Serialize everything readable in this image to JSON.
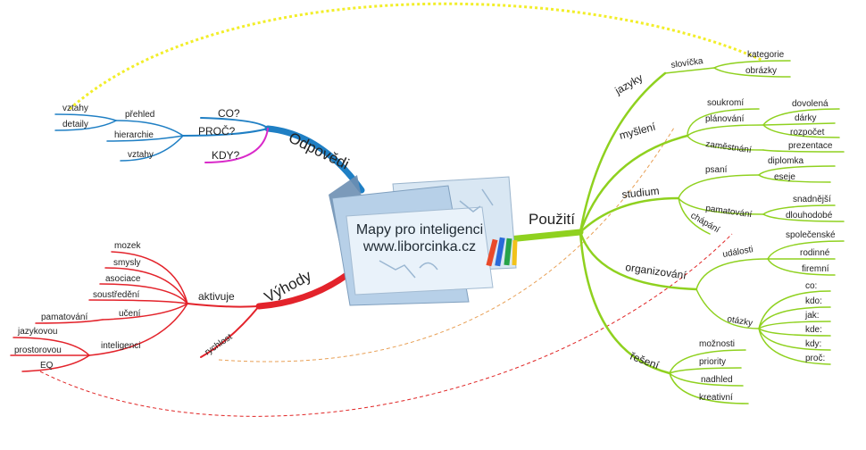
{
  "center": {
    "line1": "Mapy pro inteligenci",
    "line2": "www.liborcinka.cz"
  },
  "odpovedi": {
    "label": "Odpovědi",
    "co": "CO?",
    "proc": "PROČ?",
    "kdy": "KDY?",
    "prehled": "přehled",
    "hierarchie": "hierarchie",
    "vztahy": "vztahy",
    "vztahy_top": "vztahy",
    "detaily": "detaily"
  },
  "vyhody": {
    "label": "Výhody",
    "aktivuje": "aktivuje",
    "mozek": "mozek",
    "smysly": "smysly",
    "asociace": "asociace",
    "soustredeni": "soustředění",
    "uceni": "učení",
    "pamatovani": "pamatování",
    "inteligenci": "inteligenci",
    "jazykovou": "jazykovou",
    "prostorovou": "prostorovou",
    "eq": "EQ",
    "rychlost": "rychlost"
  },
  "pouziti": {
    "label": "Použití",
    "jazyky": "jazyky",
    "slovicka": "slovíčka",
    "kategorie": "kategorie",
    "obrazky": "obrázky",
    "mysleni": "myšlení",
    "soukromi": "soukromí",
    "planovani": "plánování",
    "dovolena": "dovolená",
    "darky": "dárky",
    "rozpocet": "rozpočet",
    "zamestnani": "zaměstnání",
    "prezentace": "prezentace",
    "studium": "studium",
    "psani": "psaní",
    "diplomka": "diplomka",
    "eseje": "eseje",
    "pamatovani": "pamatování",
    "snadnejsi": "snadnější",
    "dlouhodobe": "dlouhodobé",
    "chapani": "chápání",
    "organizovani": "organizování",
    "udalosti": "události",
    "spolecenske": "společenské",
    "rodinne": "rodinné",
    "firemni": "firemní",
    "otazky": "otázky",
    "co": "co:",
    "kdo": "kdo:",
    "jak": "jak:",
    "kde": "kde:",
    "kdy": "kdy:",
    "proc": "proč:",
    "reseni": "řešení",
    "moznosti": "možnosti",
    "priority": "priority",
    "nadhled": "nadhled",
    "kreativni": "kreativní"
  },
  "colors": {
    "green": "#8fd11f",
    "blue": "#1f7fc4",
    "red": "#e3232b",
    "magenta": "#d929c9",
    "yellow": "#f2ee2a",
    "orange": "#e8a056"
  },
  "icons": [
    "map-sheets-icon",
    "markers-icon"
  ]
}
